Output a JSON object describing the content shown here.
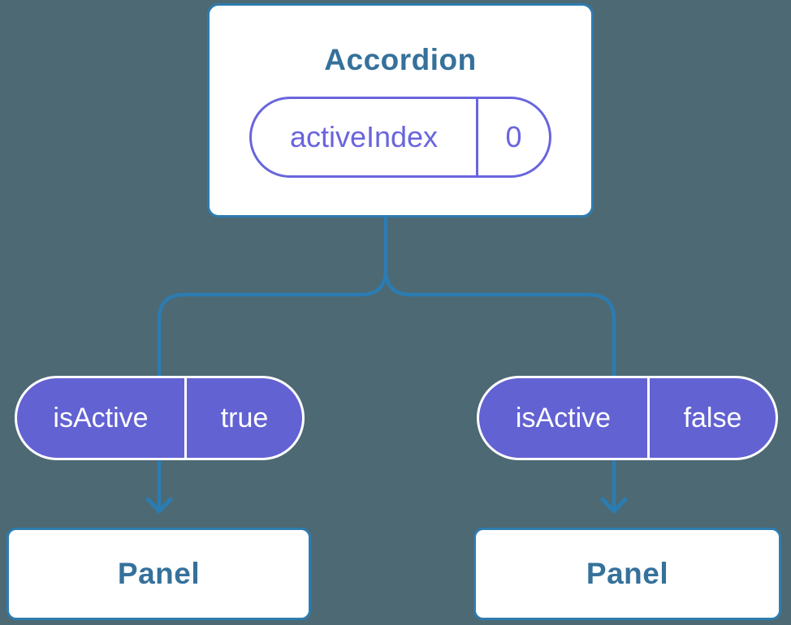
{
  "diagram": {
    "type": "component-tree",
    "root": {
      "title": "Accordion",
      "state": {
        "label": "activeIndex",
        "value": "0"
      }
    },
    "children": [
      {
        "prop": {
          "label": "isActive",
          "value": "true"
        },
        "panel": "Panel"
      },
      {
        "prop": {
          "label": "isActive",
          "value": "false"
        },
        "panel": "Panel"
      }
    ],
    "icons": {
      "arrow_down": "arrow-down-icon"
    },
    "colors": {
      "background": "#4d6973",
      "connector_blue": "#2b7cb2",
      "card_border_blue": "#2e7cb0",
      "heading_text_blue": "#35719b",
      "pill_fill_purple": "#6262d3",
      "state_pill_purple": "#6965dd",
      "pill_text": "#ffffff",
      "card_background": "#ffffff"
    }
  }
}
